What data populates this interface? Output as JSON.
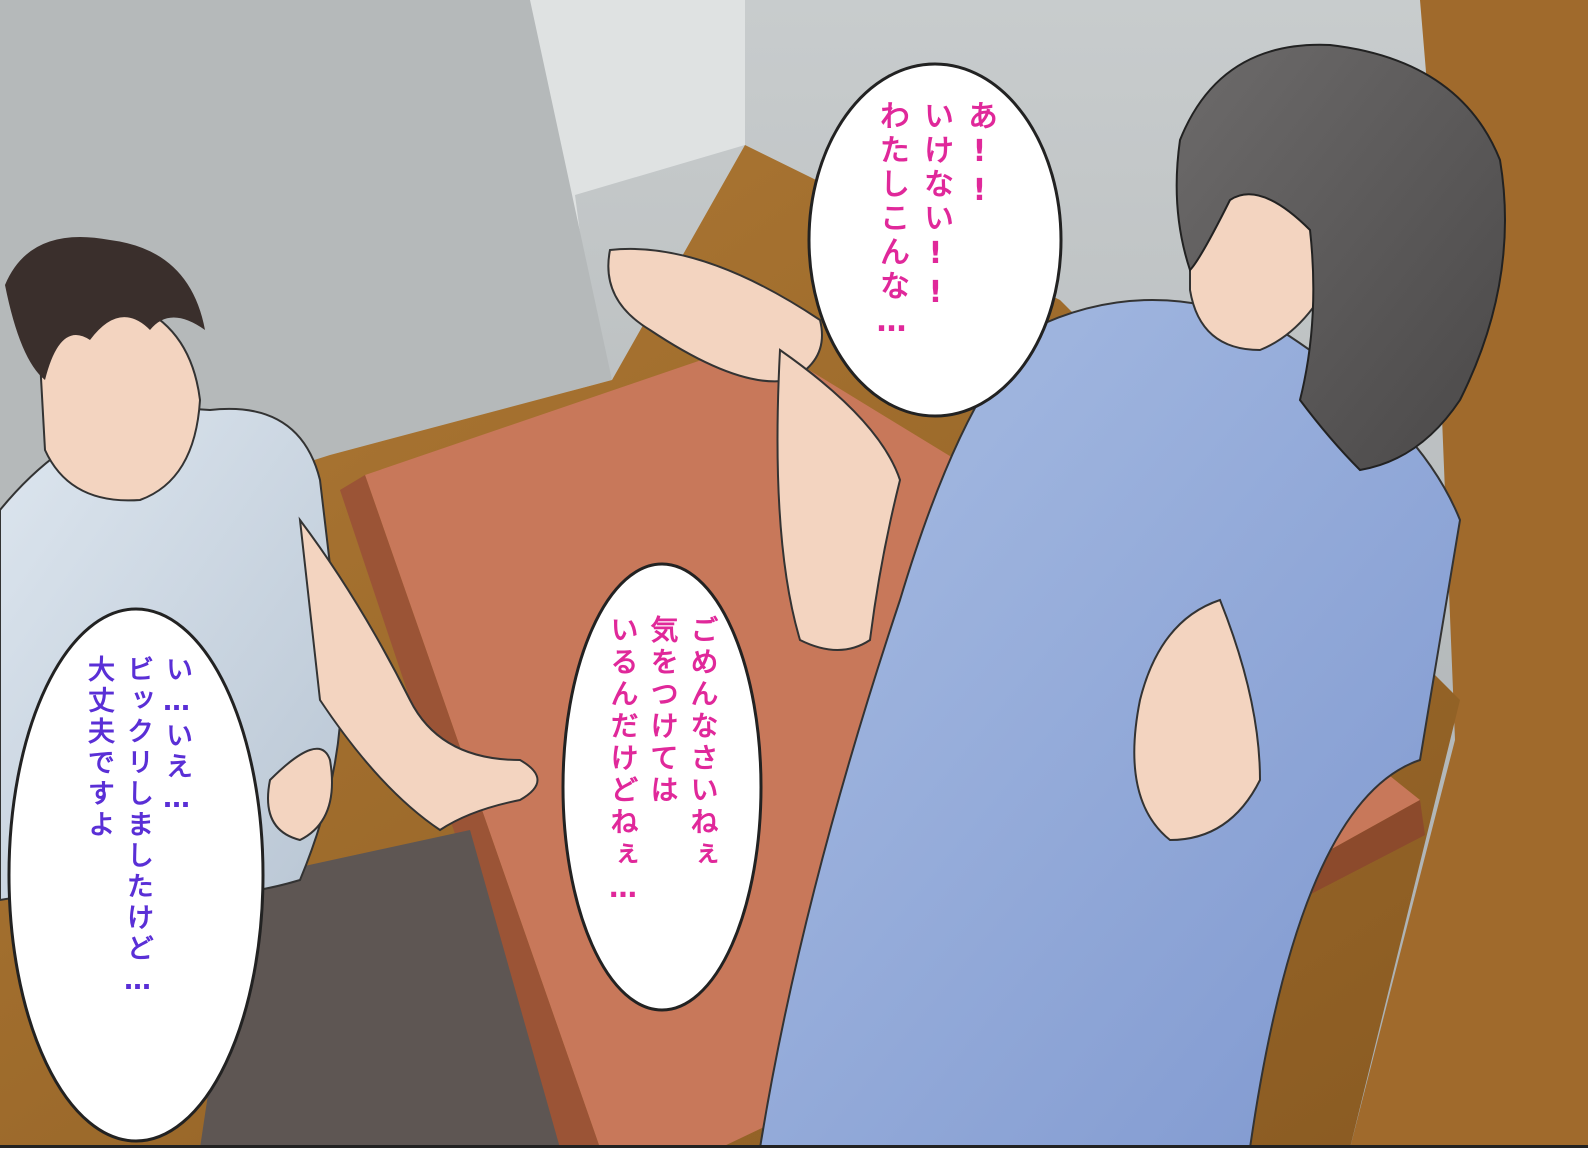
{
  "dialogue": {
    "woman_bubble": {
      "color": "#e0289a",
      "lines": [
        "あ!!",
        "いけない!!",
        "わたしこんな…"
      ]
    },
    "apology_bubble": {
      "color": "#e0289a",
      "lines": [
        "ごめんなさいねぇ",
        "気をつけては",
        "いるんだけどねぇ…"
      ]
    },
    "man_bubble": {
      "color": "#5a2fd6",
      "lines": [
        "い…いえ…",
        "ビックリしましたけど…",
        "大丈夫ですよ"
      ]
    }
  }
}
